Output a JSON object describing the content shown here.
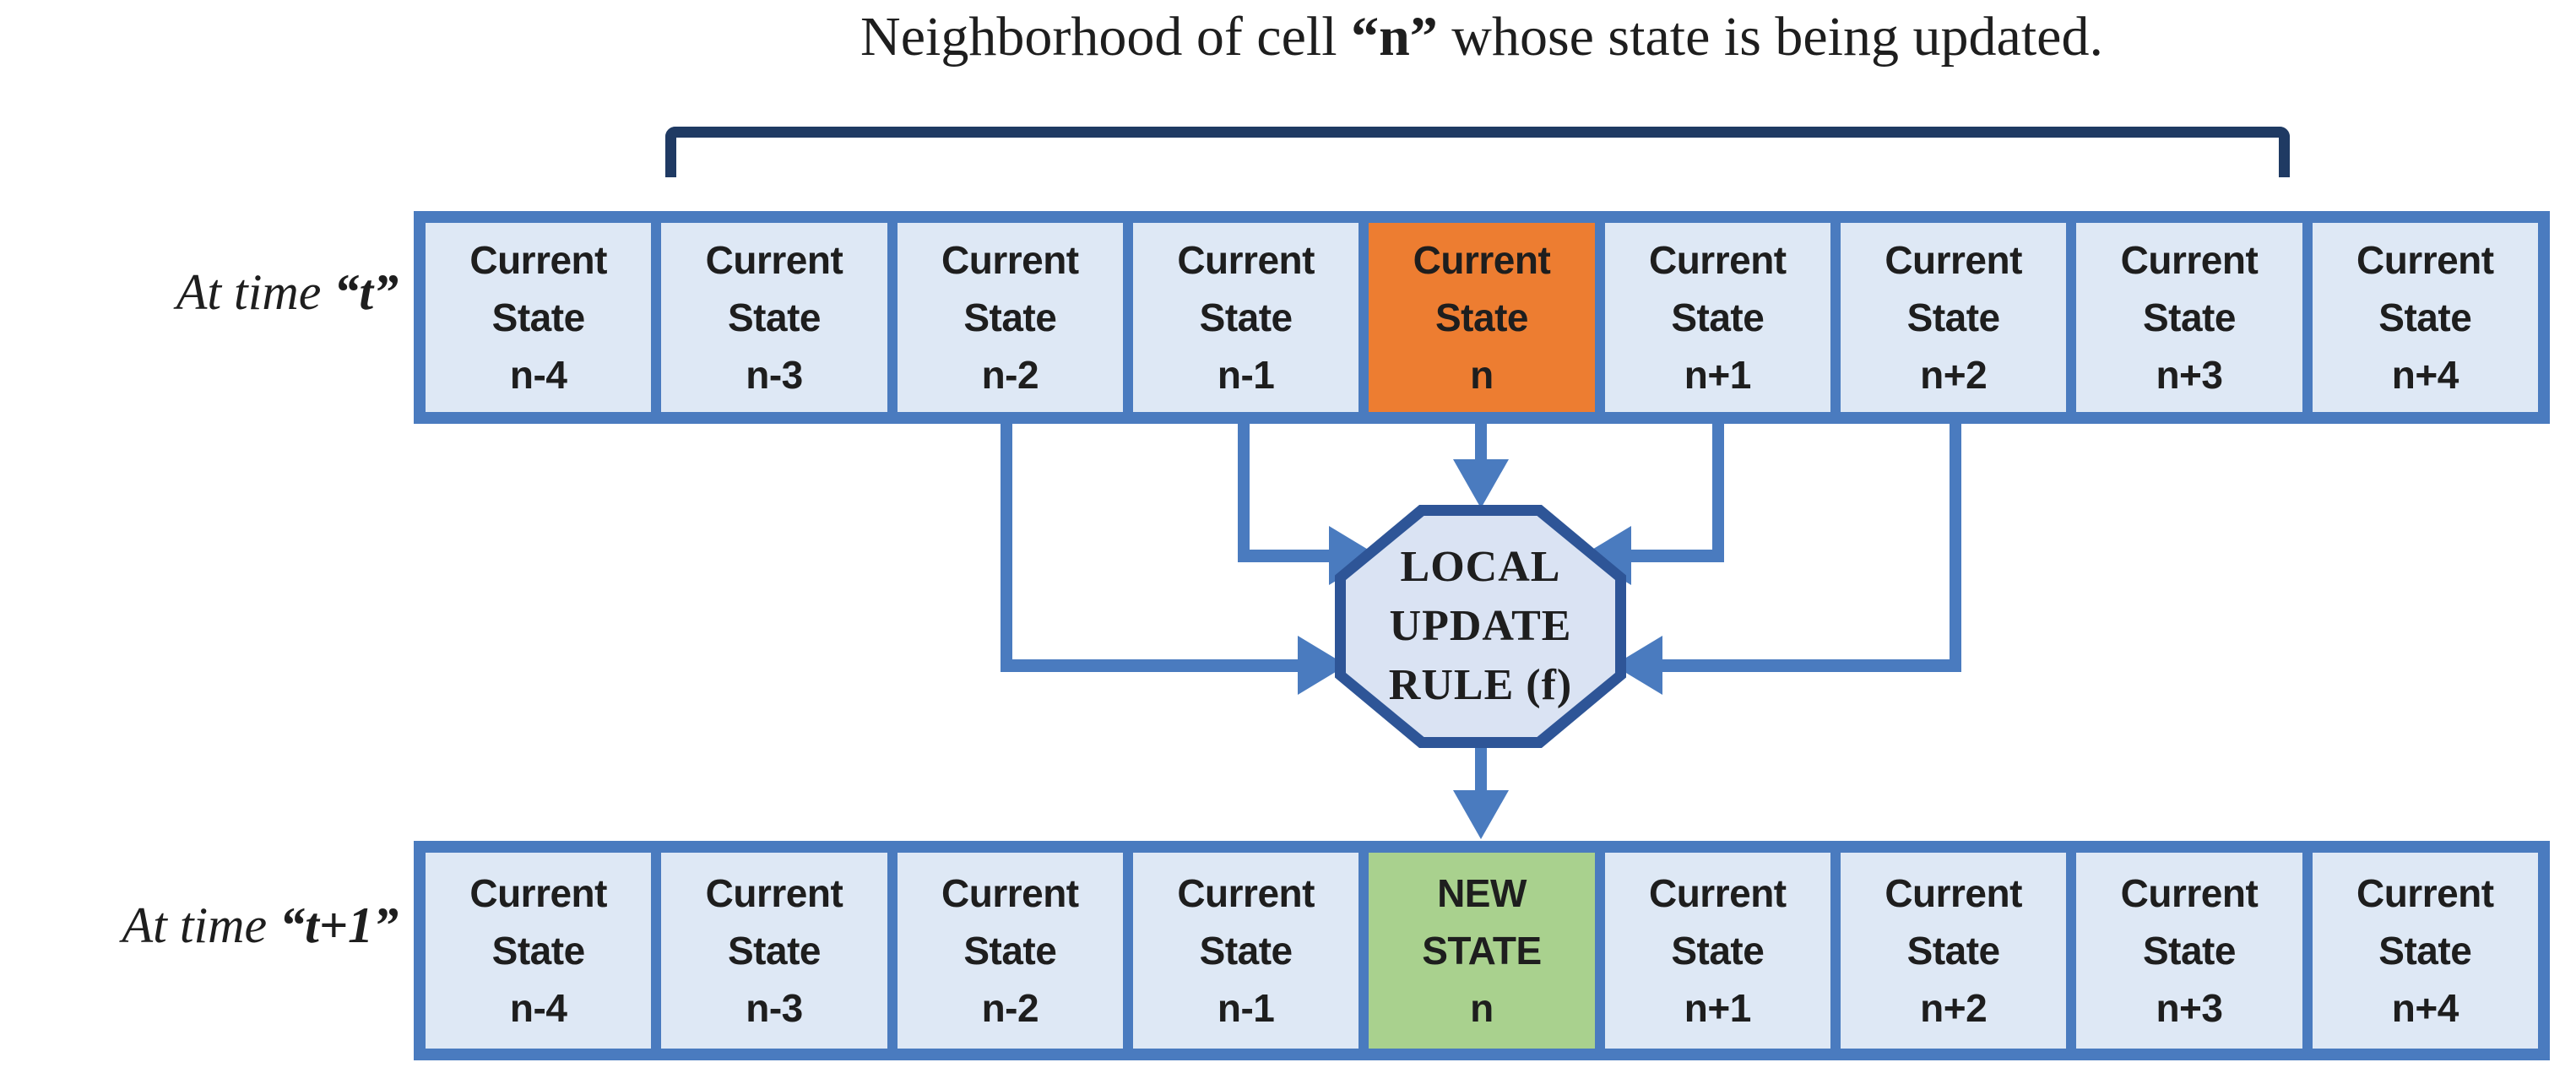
{
  "title": {
    "prefix": "Neighborhood of cell ",
    "emphasis": "“n”",
    "suffix": " whose state is being updated."
  },
  "row_t": {
    "label_prefix": "At time ",
    "label_emphasis": "“t”",
    "cells": [
      {
        "id": "t-n-4",
        "lines": [
          "Current",
          "State",
          "n-4"
        ],
        "variant": "default"
      },
      {
        "id": "t-n-3",
        "lines": [
          "Current",
          "State",
          "n-3"
        ],
        "variant": "default"
      },
      {
        "id": "t-n-2",
        "lines": [
          "Current",
          "State",
          "n-2"
        ],
        "variant": "default"
      },
      {
        "id": "t-n-1",
        "lines": [
          "Current",
          "State",
          "n-1"
        ],
        "variant": "default"
      },
      {
        "id": "t-n",
        "lines": [
          "Current",
          "State",
          "n"
        ],
        "variant": "orange"
      },
      {
        "id": "t-n+1",
        "lines": [
          "Current",
          "State",
          "n+1"
        ],
        "variant": "default"
      },
      {
        "id": "t-n+2",
        "lines": [
          "Current",
          "State",
          "n+2"
        ],
        "variant": "default"
      },
      {
        "id": "t-n+3",
        "lines": [
          "Current",
          "State",
          "n+3"
        ],
        "variant": "default"
      },
      {
        "id": "t-n+4",
        "lines": [
          "Current",
          "State",
          "n+4"
        ],
        "variant": "default"
      }
    ]
  },
  "row_t_plus_1": {
    "label_prefix": "At time ",
    "label_emphasis": "“t+1”",
    "cells": [
      {
        "id": "t1-n-4",
        "lines": [
          "Current",
          "State",
          "n-4"
        ],
        "variant": "default"
      },
      {
        "id": "t1-n-3",
        "lines": [
          "Current",
          "State",
          "n-3"
        ],
        "variant": "default"
      },
      {
        "id": "t1-n-2",
        "lines": [
          "Current",
          "State",
          "n-2"
        ],
        "variant": "default"
      },
      {
        "id": "t1-n-1",
        "lines": [
          "Current",
          "State",
          "n-1"
        ],
        "variant": "default"
      },
      {
        "id": "t1-n",
        "lines": [
          "NEW",
          "STATE",
          "n"
        ],
        "variant": "green"
      },
      {
        "id": "t1-n+1",
        "lines": [
          "Current",
          "State",
          "n+1"
        ],
        "variant": "default"
      },
      {
        "id": "t1-n+2",
        "lines": [
          "Current",
          "State",
          "n+2"
        ],
        "variant": "default"
      },
      {
        "id": "t1-n+3",
        "lines": [
          "Current",
          "State",
          "n+3"
        ],
        "variant": "default"
      },
      {
        "id": "t1-n+4",
        "lines": [
          "Current",
          "State",
          "n+4"
        ],
        "variant": "default"
      }
    ]
  },
  "octagon": {
    "lines": [
      "LOCAL",
      "UPDATE",
      "RULE (f)"
    ]
  },
  "colors": {
    "accent_blue": "#4a7bbf",
    "cell_fill": "#dee8f5",
    "highlight_orange": "#ED7D31",
    "highlight_green": "#A9D18E",
    "octagon_border": "#2E5597",
    "octagon_fill": "#dae3f3",
    "bracket_navy": "#1F3A63",
    "text_ink": "#1e1e1e"
  }
}
